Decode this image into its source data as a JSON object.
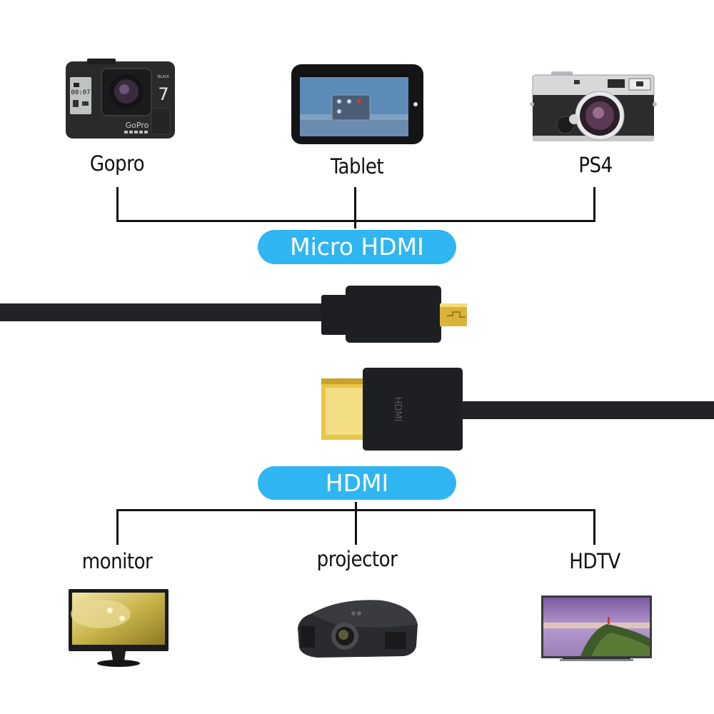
{
  "colors": {
    "pill_bg": "#2fb6f2",
    "pill_text": "#ffffff",
    "cable": "#222327",
    "connector_body": "#1e1f22",
    "gold": "#e0b932",
    "line": "#111111"
  },
  "source_devices": {
    "connector_label": "Micro HDMI",
    "items": [
      {
        "label": "Gopro",
        "icon": "gopro-camera-icon",
        "screen_text": "00:07",
        "badge": "7",
        "brand": "GoPro"
      },
      {
        "label": "Tablet",
        "icon": "tablet-icon"
      },
      {
        "label": "PS4",
        "icon": "rangefinder-camera-icon"
      }
    ]
  },
  "cable": {
    "micro_end": "micro-hdmi-plug",
    "standard_end": "hdmi-plug",
    "plug_text": "HDMI"
  },
  "display_devices": {
    "connector_label": "HDMI",
    "items": [
      {
        "label": "monitor",
        "icon": "monitor-icon"
      },
      {
        "label": "projector",
        "icon": "projector-icon"
      },
      {
        "label": "HDTV",
        "icon": "hdtv-icon"
      }
    ]
  }
}
